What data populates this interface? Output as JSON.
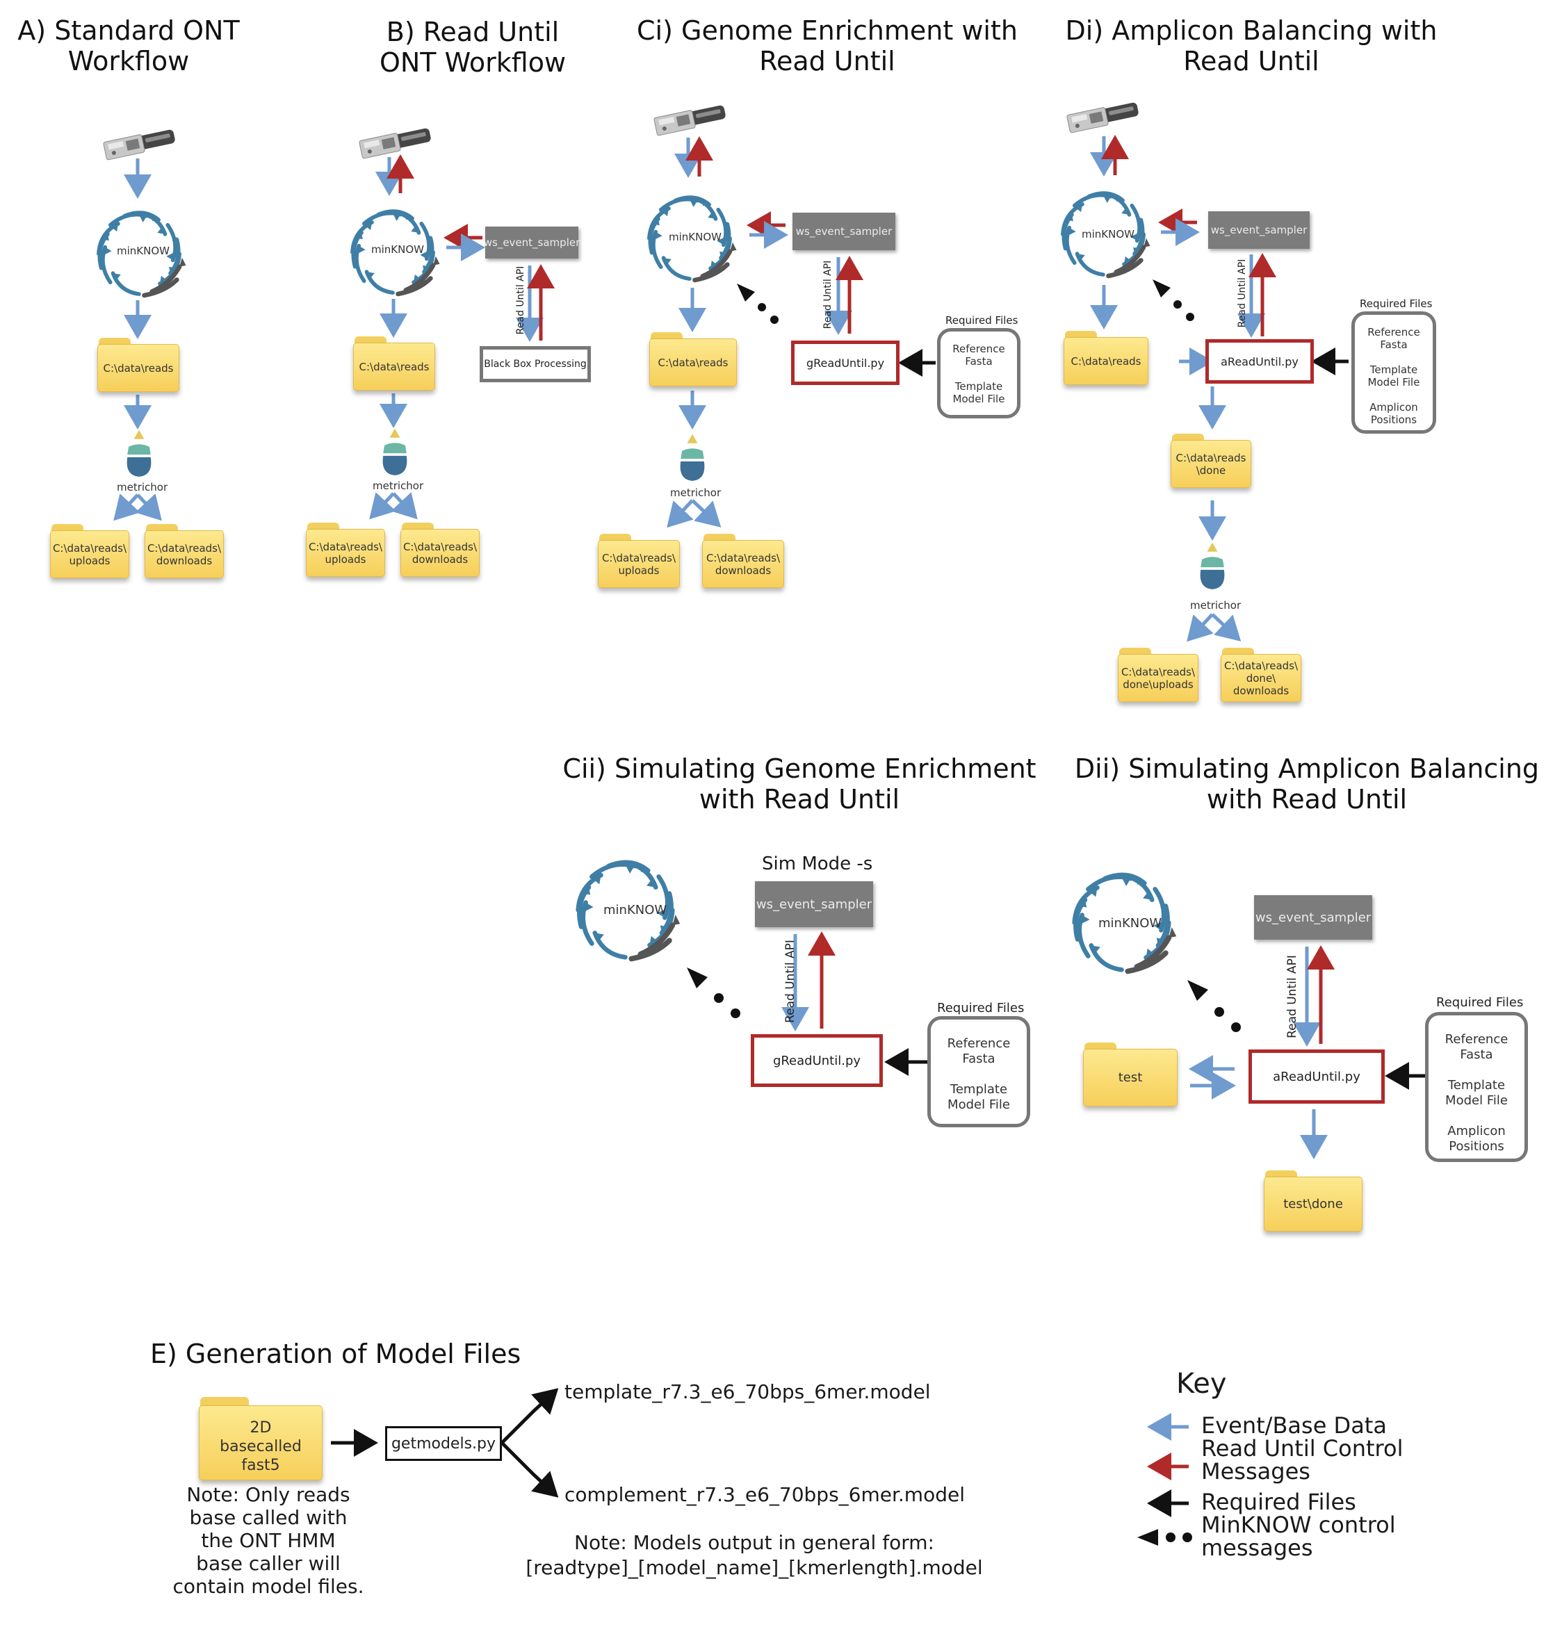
{
  "titles": {
    "a": "A) Standard ONT\nWorkflow",
    "b": "B) Read Until\nONT Workflow",
    "ci": "Ci) Genome Enrichment with\nRead Until",
    "di": "Di) Amplicon Balancing with\nRead Until",
    "cii": "Cii) Simulating Genome Enrichment\nwith Read Until",
    "dii": "Dii) Simulating Amplicon Balancing\nwith Read Until",
    "e": "E) Generation of Model Files"
  },
  "labels": {
    "minknow": "minKNOW",
    "metrichor": "metrichor",
    "sampler": "ws_event_sampler",
    "api": "Read Until API",
    "black_box": "Black Box Processing",
    "greaduntil": "gReadUntil.py",
    "areaduntil": "aReadUntil.py",
    "required_files": "Required Files",
    "sim_mode": "Sim Mode -s"
  },
  "required_files": {
    "ci": "Reference\nFasta\n\nTemplate\nModel File",
    "di": "Reference\nFasta\n\nTemplate\nModel File\n\nAmplicon\nPositions"
  },
  "folders": {
    "reads": "C:\\data\\reads",
    "uploads": "C:\\data\\reads\\\nuploads",
    "downloads": "C:\\data\\reads\\\ndownloads",
    "reads_done": "C:\\data\\reads\n\\done",
    "done_uploads": "C:\\data\\reads\\\ndone\\uploads",
    "done_downloads": "C:\\data\\reads\\\ndone\\\ndownloads",
    "test": "test",
    "test_done": "test\\done",
    "fast5": "2D\nbasecalled\nfast5"
  },
  "section_e": {
    "script": "getmodels.py",
    "out_template": "template_r7.3_e6_70bps_6mer.model",
    "out_complement": "complement_r7.3_e6_70bps_6mer.model",
    "note_left": "Note: Only reads\nbase called with\nthe ONT HMM\nbase caller will\ncontain model files.",
    "note_models": "Note: Models output in general form:\n[readtype]_[model_name]_[kmerlength].model"
  },
  "key": {
    "title": "Key",
    "items": [
      {
        "label": "Event/Base Data",
        "color": "#6f9bcf"
      },
      {
        "label": "Read Until Control\nMessages",
        "color": "#b02a2a"
      },
      {
        "label": "Required Files",
        "color": "#111111"
      },
      {
        "label": "MinKNOW control\nmessages",
        "color": "#111111"
      }
    ]
  },
  "colors": {
    "event_blue": "#6f9bcf",
    "control_red": "#b02a2a",
    "ring_blue": "#3f7fa6",
    "folder_yellow": "#f6cf5a"
  }
}
